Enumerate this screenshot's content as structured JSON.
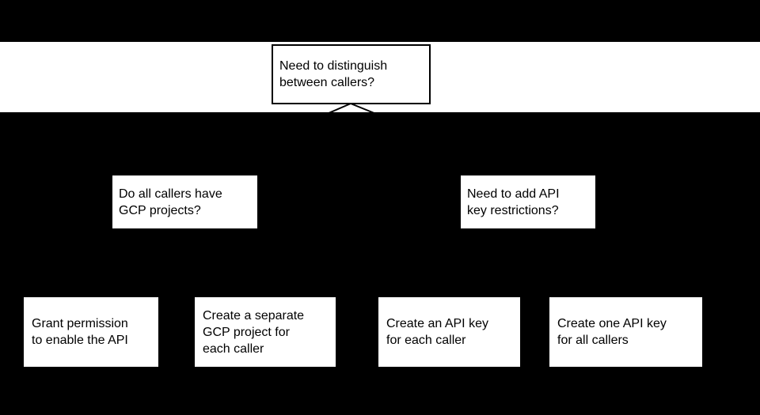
{
  "colors": {
    "background": "#000000",
    "band": "#ffffff",
    "node_fill": "#ffffff",
    "node_border": "#000000",
    "text": "#000000",
    "connector": "#000000"
  },
  "flowchart": {
    "root": {
      "label": "Need to distinguish between callers?",
      "lines": [
        "Need to distinguish",
        "between callers?"
      ]
    },
    "branches": [
      {
        "label": "Do all callers have GCP projects?",
        "lines": [
          "Do all callers have",
          "GCP projects?"
        ]
      },
      {
        "label": "Need to add API key restrictions?",
        "lines": [
          "Need to add API",
          "key restrictions?"
        ]
      }
    ],
    "outcomes": [
      {
        "label": "Grant permission to enable the API",
        "lines": [
          "Grant permission",
          "to enable the API"
        ]
      },
      {
        "label": "Create a separate GCP project for each caller",
        "lines": [
          "Create a separate",
          "GCP project for",
          "each caller"
        ]
      },
      {
        "label": "Create an API key for each caller",
        "lines": [
          "Create an API key",
          "for each caller"
        ]
      },
      {
        "label": "Create one API key for all callers",
        "lines": [
          "Create one API key",
          "for all callers"
        ]
      }
    ]
  }
}
